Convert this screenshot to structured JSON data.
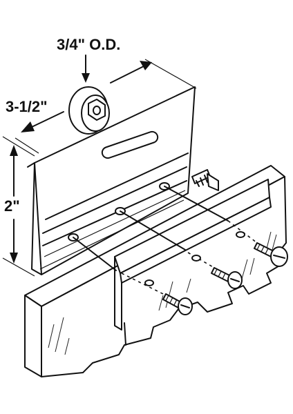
{
  "labels": {
    "diameter": "3/4\" O.D.",
    "width": "3-1/2\"",
    "height": "2\""
  },
  "colors": {
    "line": "#111111",
    "background": "#ffffff"
  }
}
